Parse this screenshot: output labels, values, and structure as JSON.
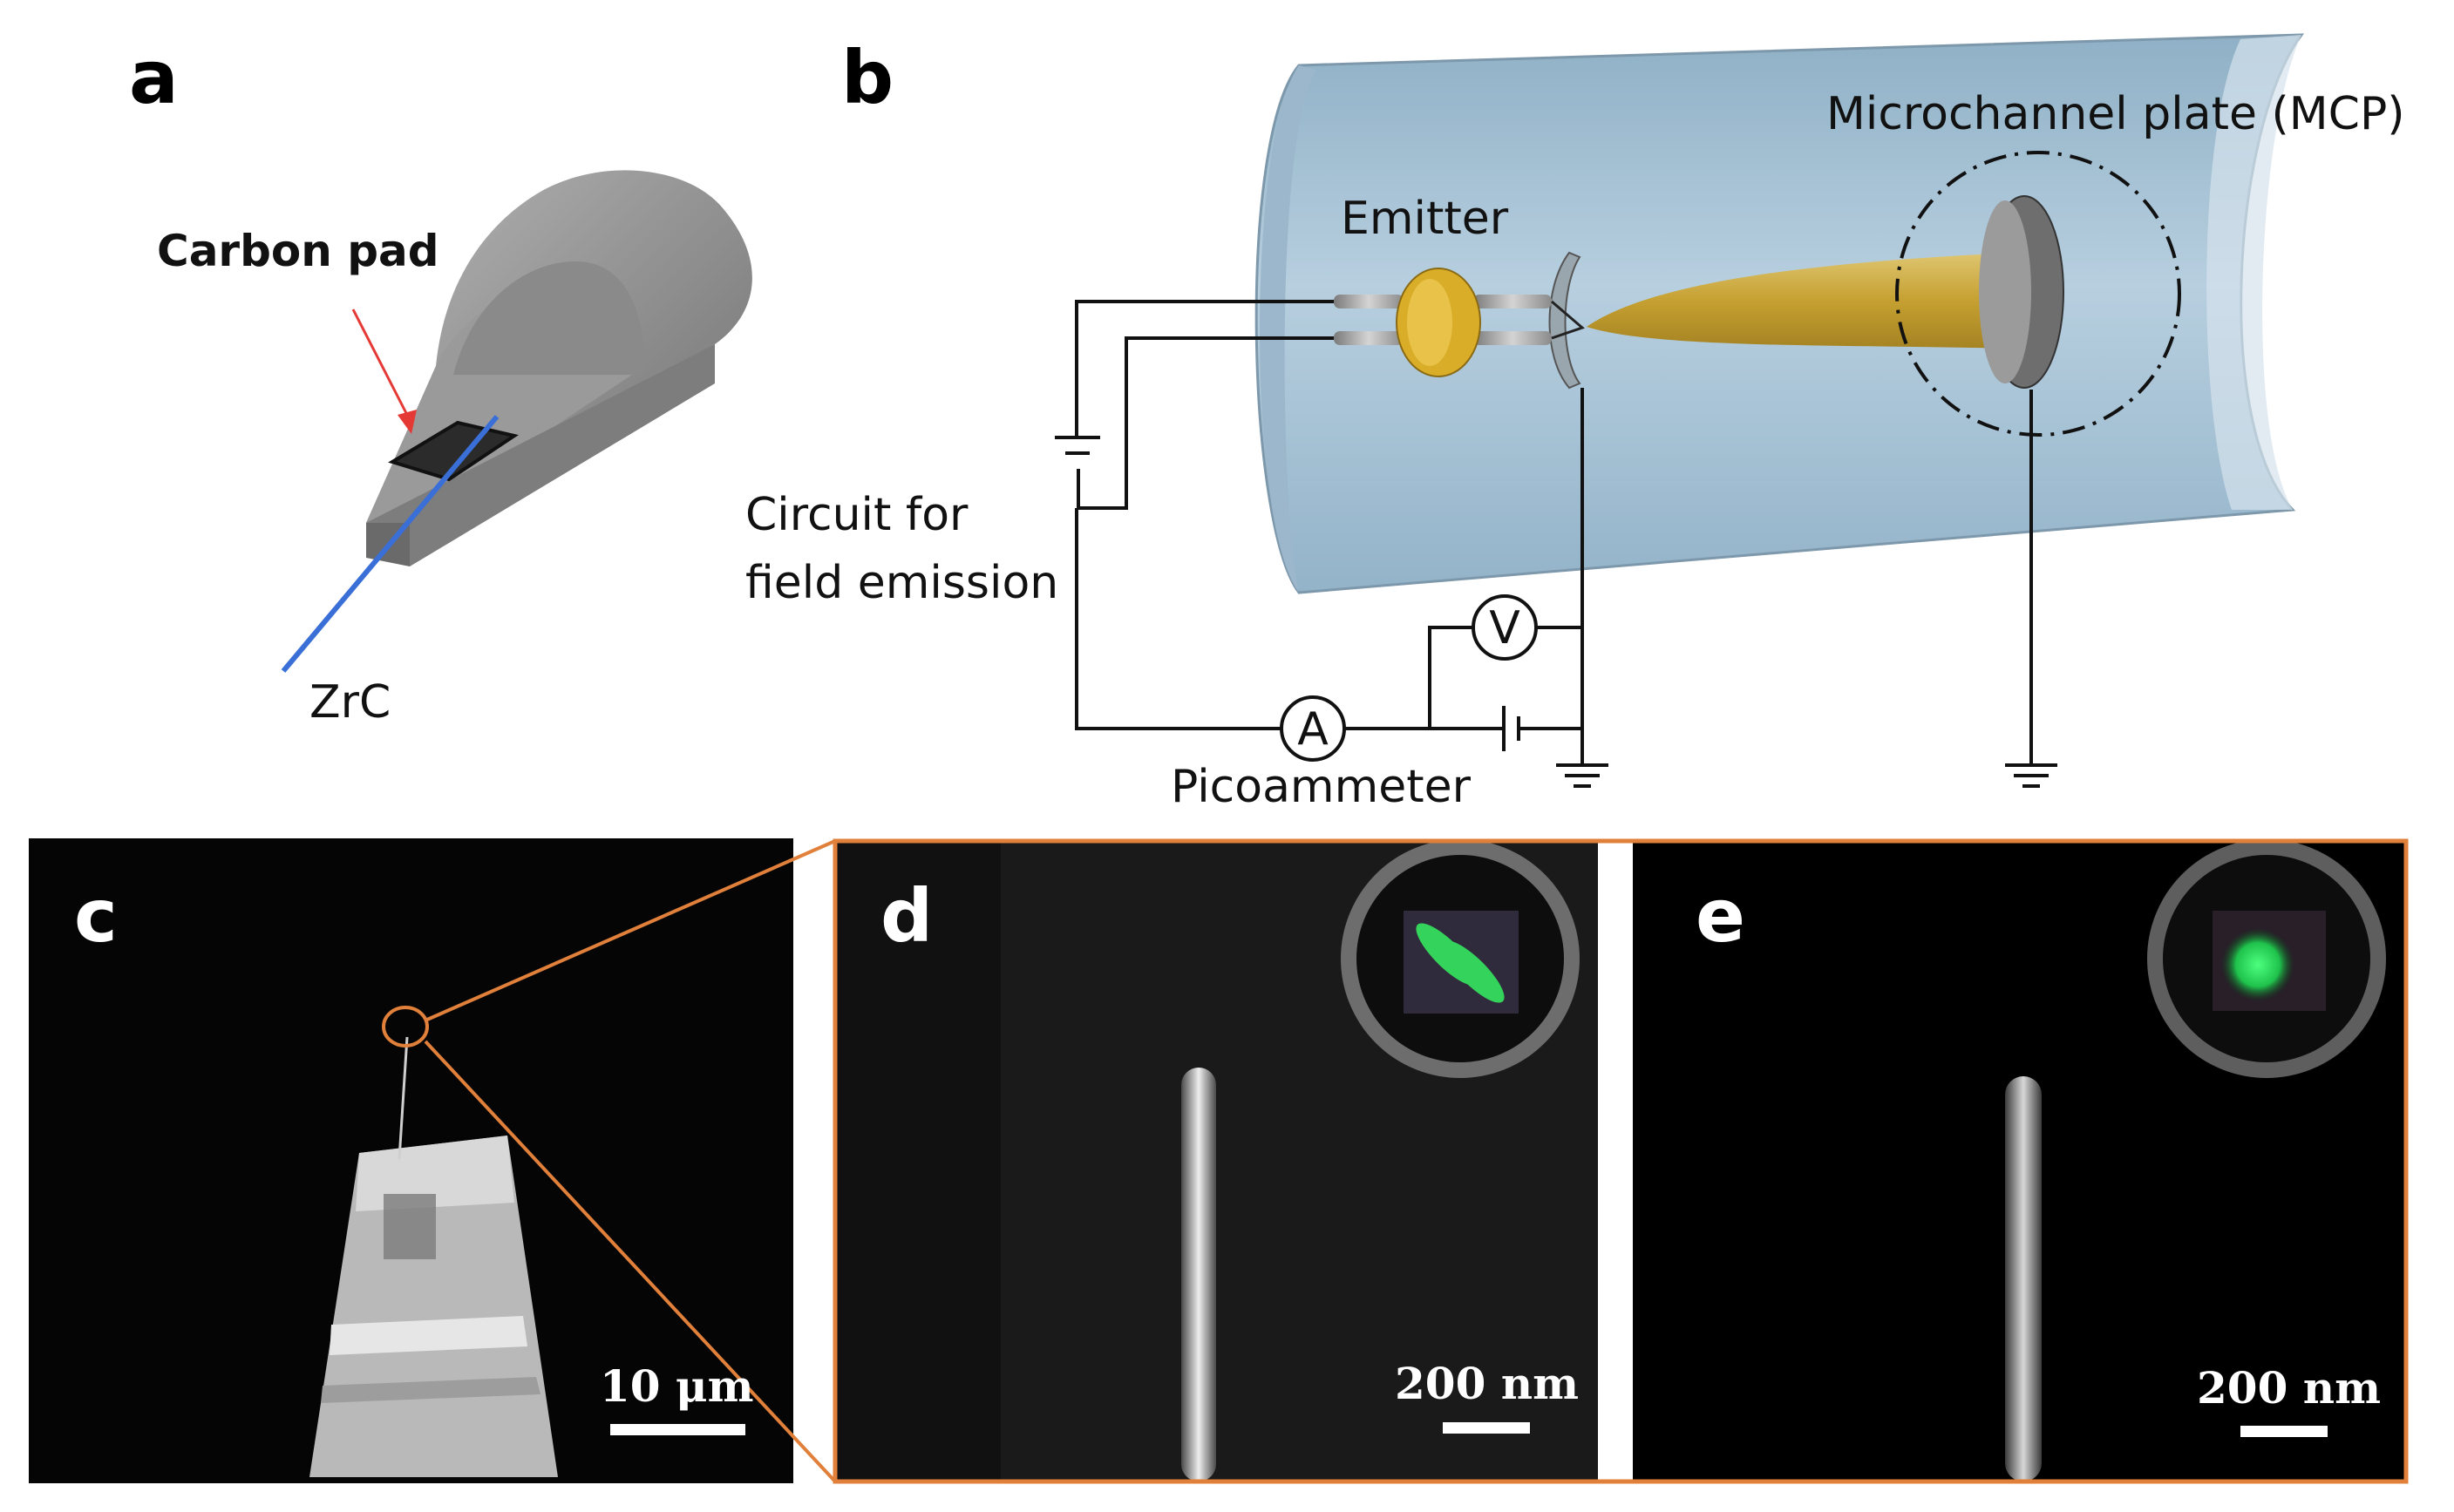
{
  "panels": {
    "a": {
      "letter": "a",
      "carbon_pad_label": "Carbon pad",
      "wire_label": "ZrC"
    },
    "b": {
      "letter": "b",
      "mcp_label": "Microchannel plate (MCP)",
      "emitter_label": "Emitter",
      "circuit_label_line1": "Circuit for",
      "circuit_label_line2": "field emission",
      "voltmeter_symbol": "V",
      "ammeter_symbol": "A",
      "picoammeter_label": "Picoammeter"
    },
    "c": {
      "letter": "c",
      "scale_bar": "10 μm"
    },
    "d": {
      "letter": "d",
      "scale_bar": "200 nm"
    },
    "e": {
      "letter": "e",
      "scale_bar": "200 nm"
    }
  },
  "colors": {
    "zoom_outline": "#e0803a",
    "arrow": "#e53935",
    "wire": "#3a6fd8",
    "tube": "#a9c3d6",
    "beam": "#c9a227",
    "emission_spot": "#26d65a"
  }
}
